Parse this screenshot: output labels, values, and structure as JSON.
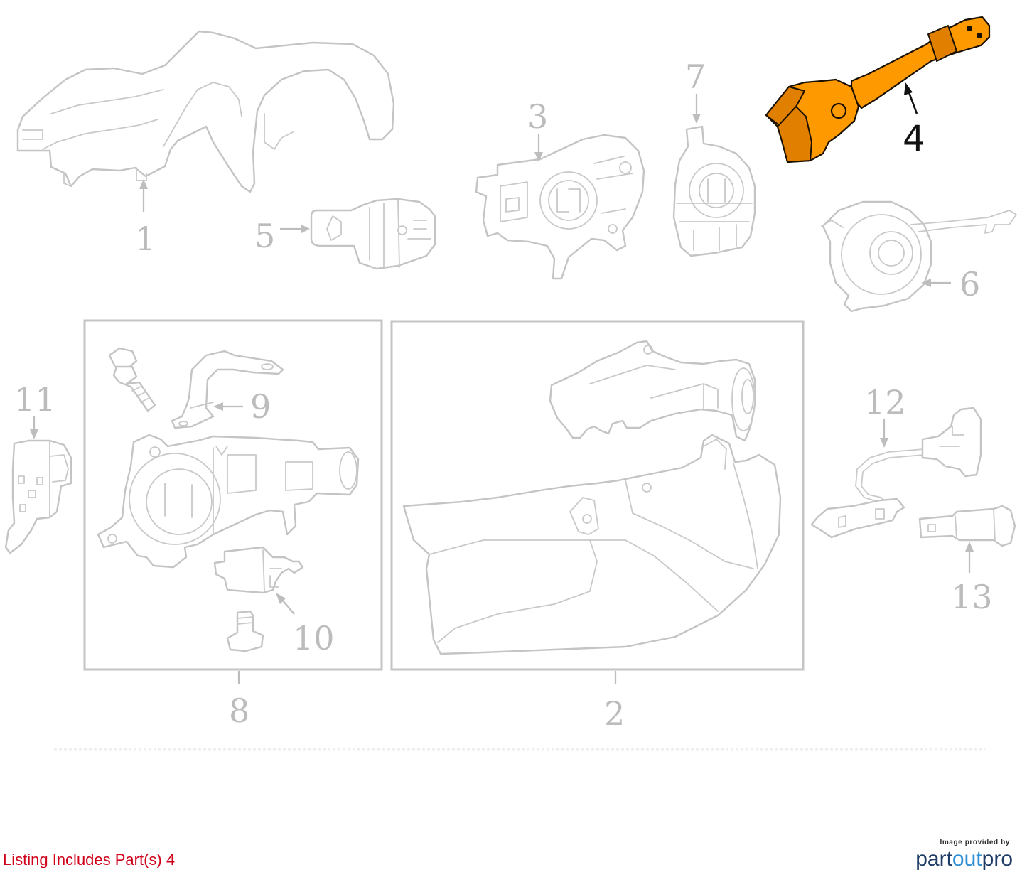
{
  "callouts": {
    "c1": "1",
    "c2": "2",
    "c3": "3",
    "c4": "4",
    "c5": "5",
    "c6": "6",
    "c7": "7",
    "c8": "8",
    "c9": "9",
    "c10": "10",
    "c11": "11",
    "c12": "12",
    "c13": "13"
  },
  "highlighted_part": "4",
  "colors": {
    "highlight": "#ff9900",
    "line_art": "#c4c4c4",
    "note_text": "#d0021b"
  },
  "footer": {
    "listing_note": "Listing Includes Part(s) 4",
    "credit_provided": "Image provided by",
    "credit_logo_part": "part",
    "credit_logo_out": "out",
    "credit_logo_pro": "pro"
  }
}
